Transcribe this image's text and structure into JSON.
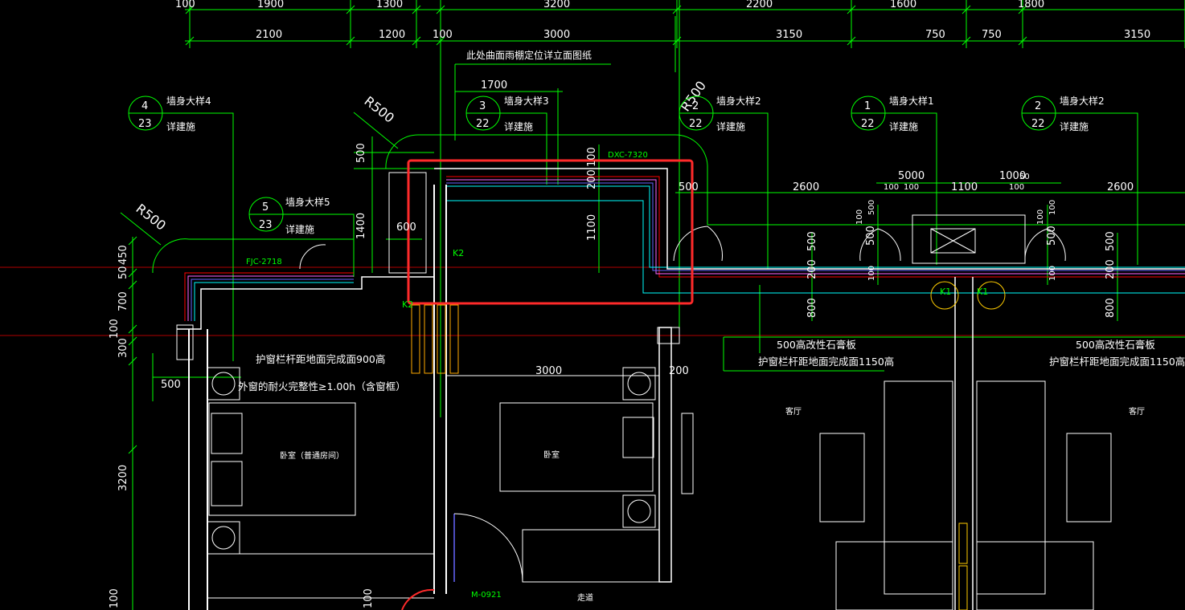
{
  "colors": {
    "background": "#000000",
    "dimension_line": "#00ff00",
    "wall": "#ffffff",
    "window_lines": [
      "#ff0000",
      "#ff66ff",
      "#6666ff",
      "#00ffff"
    ],
    "furniture": "#ffffff",
    "highlight": "#ff2a2a",
    "center_line": "#b00000",
    "accent": "#ffcc00"
  },
  "dims": {
    "top_row1": [
      "100",
      "1900",
      "1300",
      "3200",
      "2200",
      "1600",
      "1800"
    ],
    "top_row2": [
      "2100",
      "1200",
      "100",
      "3000",
      "3150",
      "750",
      "750",
      "3150"
    ],
    "mid": [
      "1700",
      "500",
      "2600",
      "5000",
      "1000",
      "100",
      "1100",
      "100",
      "100",
      "50",
      "2600"
    ],
    "vertical": [
      "500",
      "1400",
      "600",
      "1100",
      "200",
      "100",
      "500",
      "200",
      "500",
      "100",
      "800",
      "100",
      "500",
      "100",
      "100",
      "500",
      "200",
      "500",
      "100",
      "800"
    ],
    "left": [
      "450",
      "50",
      "700",
      "100",
      "300",
      "500",
      "3200",
      "100",
      "100"
    ],
    "room": [
      "3000",
      "200"
    ]
  },
  "radius_labels": [
    "R500",
    "R500",
    "R500"
  ],
  "details": [
    {
      "num": "4",
      "sheet": "23",
      "title": "墙身大样4",
      "sub": "详建施"
    },
    {
      "num": "3",
      "sheet": "22",
      "title": "墙身大样3",
      "sub": "详建施"
    },
    {
      "num": "2",
      "sheet": "22",
      "title": "墙身大样2",
      "sub": "详建施"
    },
    {
      "num": "1",
      "sheet": "22",
      "title": "墙身大样1",
      "sub": "详建施"
    },
    {
      "num": "2",
      "sheet": "22",
      "title": "墙身大样2",
      "sub": "详建施"
    },
    {
      "num": "5",
      "sheet": "23",
      "title": "墙身大样5",
      "sub": "详建施"
    }
  ],
  "notes": {
    "canopy": "此处曲面雨棚定位详立面图纸",
    "rail_900": "护窗栏杆距地面完成面900高",
    "fire": "外窗的耐火完整性≥1.00h（含窗框）",
    "board_1": "500高改性石膏板",
    "rail_1150_1": "护窗栏杆距地面完成面1150高",
    "board_2": "500高改性石膏板",
    "rail_1150_2": "护窗栏杆距地面完成面1150高"
  },
  "tags": {
    "window_1": "FJC-2718",
    "window_2": "DXC-7320",
    "k2_a": "K2",
    "k2_b": "K2",
    "k1_a": "K1",
    "k1_b": "K1",
    "door": "M-0921"
  },
  "rooms": {
    "bedroom_left": "卧室（普通房间）",
    "bedroom_mid": "卧室",
    "living_1": "客厅",
    "living_2": "客厅",
    "corridor": "走道"
  }
}
